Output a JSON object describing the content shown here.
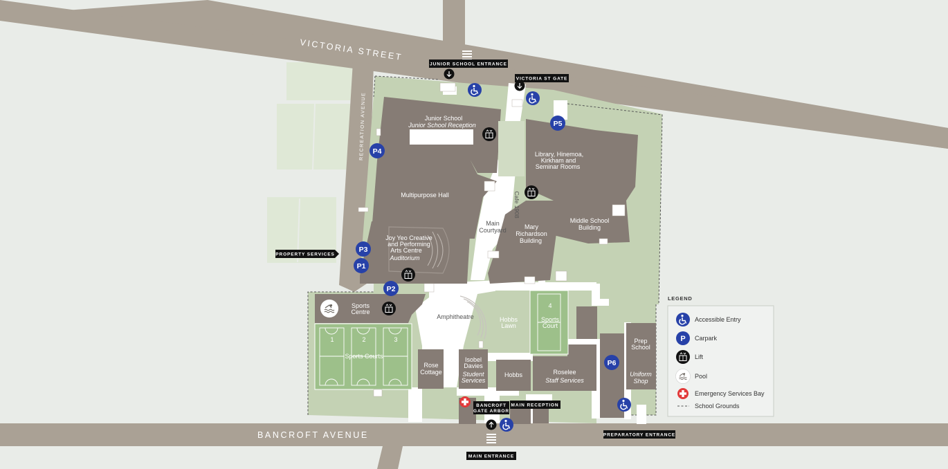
{
  "streets": {
    "victoria": "VICTORIA STREET",
    "bancroft": "BANCROFT AVENUE",
    "recreation": "RECREATION AVENUE"
  },
  "tags": {
    "junior_entrance": "JUNIOR SCHOOL ENTRANCE",
    "victoria_gate": "VICTORIA ST GATE",
    "property_services": "PROPERTY SERVICES",
    "bancroft_gate_1": "BANCROFT",
    "bancroft_gate_2": "GATE ARBOR",
    "main_reception": "MAIN RECEPTION",
    "main_entrance": "MAIN ENTRANCE",
    "preparatory_entrance": "PREPARATORY ENTRANCE"
  },
  "buildings": {
    "junior_1": "Junior School",
    "junior_2": "Junior School Reception",
    "multipurpose": "Multipurpose Hall",
    "joyyeo_1": "Joy Yeo Creative",
    "joyyeo_2": "and Performing",
    "joyyeo_3": "Arts Centre",
    "auditorium": "Auditorium",
    "library_1": "Library, Hinemoa,",
    "library_2": "Kirkham and",
    "library_3": "Seminar Rooms",
    "cafe": "Cafe 1908",
    "main_courtyard_1": "Main",
    "main_courtyard_2": "Courtyard",
    "mary_1": "Mary",
    "mary_2": "Richardson",
    "mary_3": "Building",
    "middle_1": "Middle School",
    "middle_2": "Building",
    "sports_centre_1": "Sports",
    "sports_centre_2": "Centre",
    "amphitheatre": "Amphitheatre",
    "hobbs_lawn_1": "Hobbs",
    "hobbs_lawn_2": "Lawn",
    "sports_court_1": "Sports",
    "sports_court_2": "Court",
    "court_4": "4",
    "sports_courts": "Sports Courts",
    "court_1": "1",
    "court_2": "2",
    "court_3": "3",
    "rose_1": "Rose",
    "rose_2": "Cottage",
    "isobel_1": "Isobel",
    "isobel_2": "Davies",
    "isobel_3": "Student",
    "isobel_4": "Services",
    "hobbs": "Hobbs",
    "roselee_1": "Roselee",
    "roselee_2": "Staff Services",
    "prep_1": "Prep",
    "prep_2": "School",
    "uniform_1": "Uniform",
    "uniform_2": "Shop"
  },
  "carparks": {
    "p1": "P1",
    "p2": "P2",
    "p3": "P3",
    "p4": "P4",
    "p5": "P5",
    "p6": "P6"
  },
  "legend": {
    "title": "LEGEND",
    "accessible": "Accessible Entry",
    "carpark_letter": "P",
    "carpark": "Carpark",
    "lift": "Lift",
    "pool": "Pool",
    "emergency": "Emergency Services Bay",
    "grounds": "School Grounds"
  },
  "colors": {
    "background": "#e9ece8",
    "road": "#aaa195",
    "grounds": "#c4d2b4",
    "building": "#867c75",
    "path": "#ffffff",
    "court": "#9dc08a",
    "pin_blue": "#2741a8",
    "emergency_red": "#e23a3a",
    "tag_black": "#111111"
  }
}
